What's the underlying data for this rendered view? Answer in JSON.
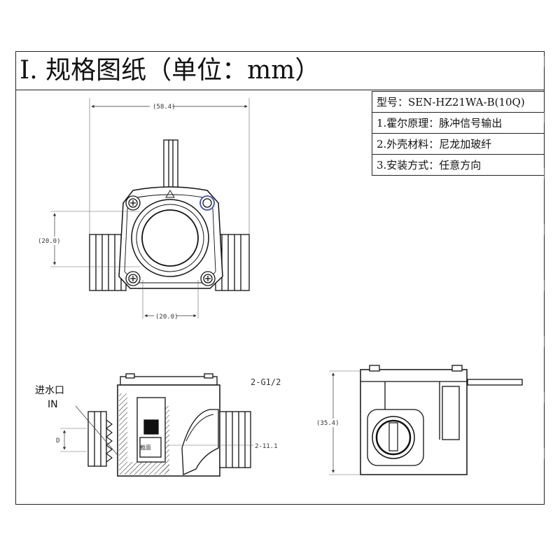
{
  "title": "Ⅰ. 规格图纸（单位：mm）",
  "specs": [
    "型号：SEN-HZ21WA-B(10Q)",
    "1.霍尔原理：脉冲信号输出",
    "2.外壳材料：尼龙加玻纤",
    "3.安装方式：任意方向"
  ],
  "front_view": {
    "dim_width": "(58.4)",
    "dim_height": "(20.0)",
    "dim_bottom": "(20.0)"
  },
  "side_view": {
    "inlet_label": "进水口",
    "inlet_label_en": "IN",
    "thread_label": "2-G1/2",
    "thread_len_label": "2-11.1",
    "d_label": "D",
    "section_label": "截面"
  },
  "end_view": {
    "dim_height": "(35.4)"
  }
}
